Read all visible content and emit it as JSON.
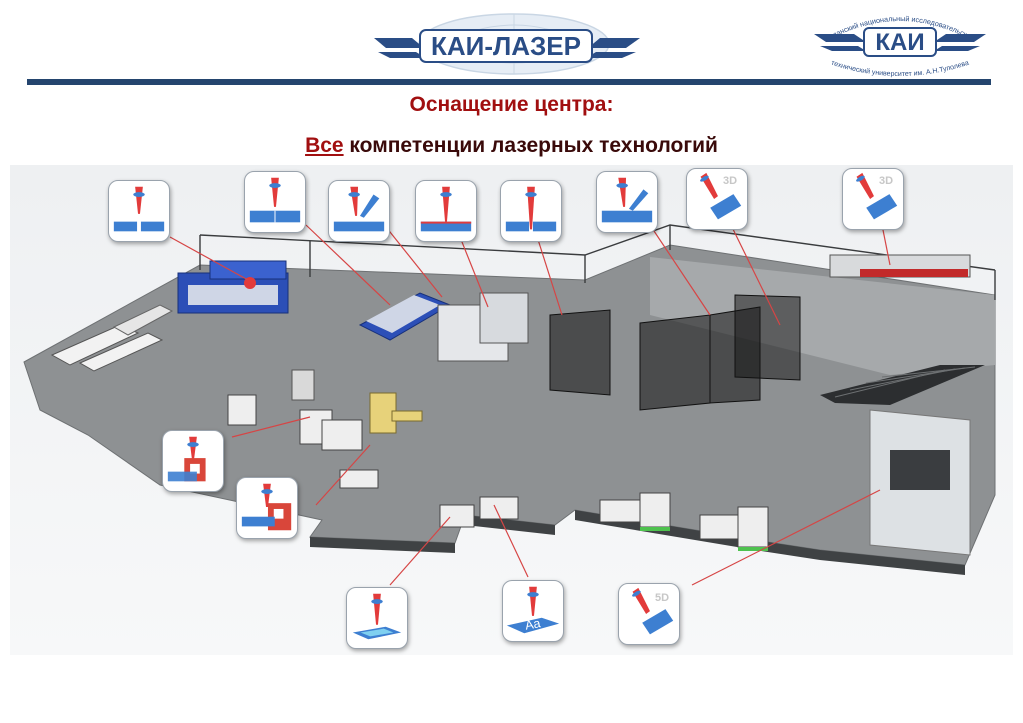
{
  "header": {
    "logo_left_text": "КАИ-ЛАЗЕР",
    "logo_right_text": "КАИ",
    "logo_right_caption_top": "Казанский национальный исследовательский",
    "logo_right_caption_bottom": "технический университет им. А.Н.Туполева"
  },
  "title": {
    "line1": "Оснащение центра:",
    "line2_first": "Все",
    "line2_rest": " компетенции лазерных технологий"
  },
  "callouts": [
    {
      "id": "cutting",
      "dim": ""
    },
    {
      "id": "welding",
      "dim": ""
    },
    {
      "id": "cladding",
      "dim": ""
    },
    {
      "id": "hardening",
      "dim": ""
    },
    {
      "id": "piercing",
      "dim": ""
    },
    {
      "id": "hybrid-welding",
      "dim": ""
    },
    {
      "id": "robot-3d-a",
      "dim": "3D"
    },
    {
      "id": "robot-3d-b",
      "dim": "3D"
    },
    {
      "id": "additive-a",
      "dim": ""
    },
    {
      "id": "additive-b",
      "dim": ""
    },
    {
      "id": "surface",
      "dim": ""
    },
    {
      "id": "marking",
      "dim": "",
      "letters": "Aa"
    },
    {
      "id": "robot-5d",
      "dim": "5D"
    }
  ],
  "colors": {
    "accent_red": "#a10f10",
    "header_rule": "#24456e",
    "floor": "#8e9193",
    "laser": "#e23b3b",
    "plate": "#3d7fd1",
    "additive_block": "#d9463a"
  }
}
